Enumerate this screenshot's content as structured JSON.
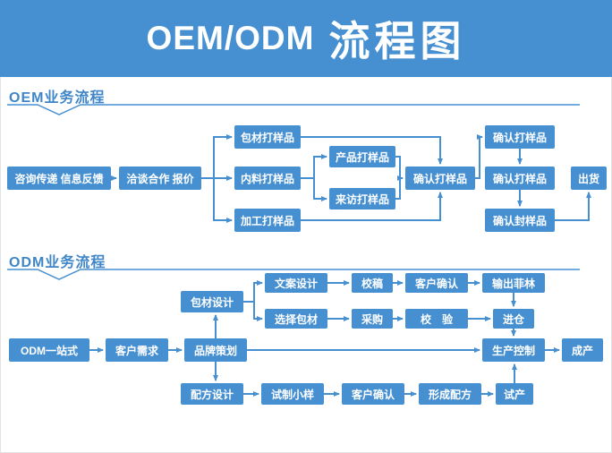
{
  "header": {
    "title_latin": "OEM/ODM",
    "title_cn": "流程图"
  },
  "colors": {
    "primary_blue": "#4690D2",
    "section_label_blue": "#3E86C8",
    "background": "#FFFFFF",
    "node_text": "#FFFFFF"
  },
  "oem": {
    "section_label": "OEM业务流程",
    "nodes": {
      "consult": "咨询传递 信息反馈",
      "negotiate": "洽谈合作 报价",
      "pack_sample": "包材打样品",
      "inner_sample": "内料打样品",
      "process_sample": "加工打样品",
      "product_sample": "产品打样品",
      "visit_sample": "来访打样品",
      "confirm_center": "确认打样品",
      "confirm_top": "确认打样品",
      "confirm_mid": "确认打样品",
      "confirm_seal": "确认封样品",
      "ship": "出货"
    }
  },
  "odm": {
    "section_label": "ODM业务流程",
    "nodes": {
      "one_stop": "ODM一站式",
      "customer_need": "客户需求",
      "brand_plan": "品牌策划",
      "pack_design": "包材设计",
      "copy_design": "文案设计",
      "proofread": "校稿",
      "customer_confirm_pack": "客户确认",
      "output_film": "输出菲林",
      "choose_pack": "选择包材",
      "purchase": "采购",
      "inspect": "校　验",
      "warehouse": "进仓",
      "production_control": "生产控制",
      "finished_product": "成产",
      "formula_design": "配方设计",
      "trial_sample": "试制小样",
      "customer_confirm_formula": "客户确认",
      "form_formula": "形成配方",
      "trial_production": "试产"
    }
  }
}
